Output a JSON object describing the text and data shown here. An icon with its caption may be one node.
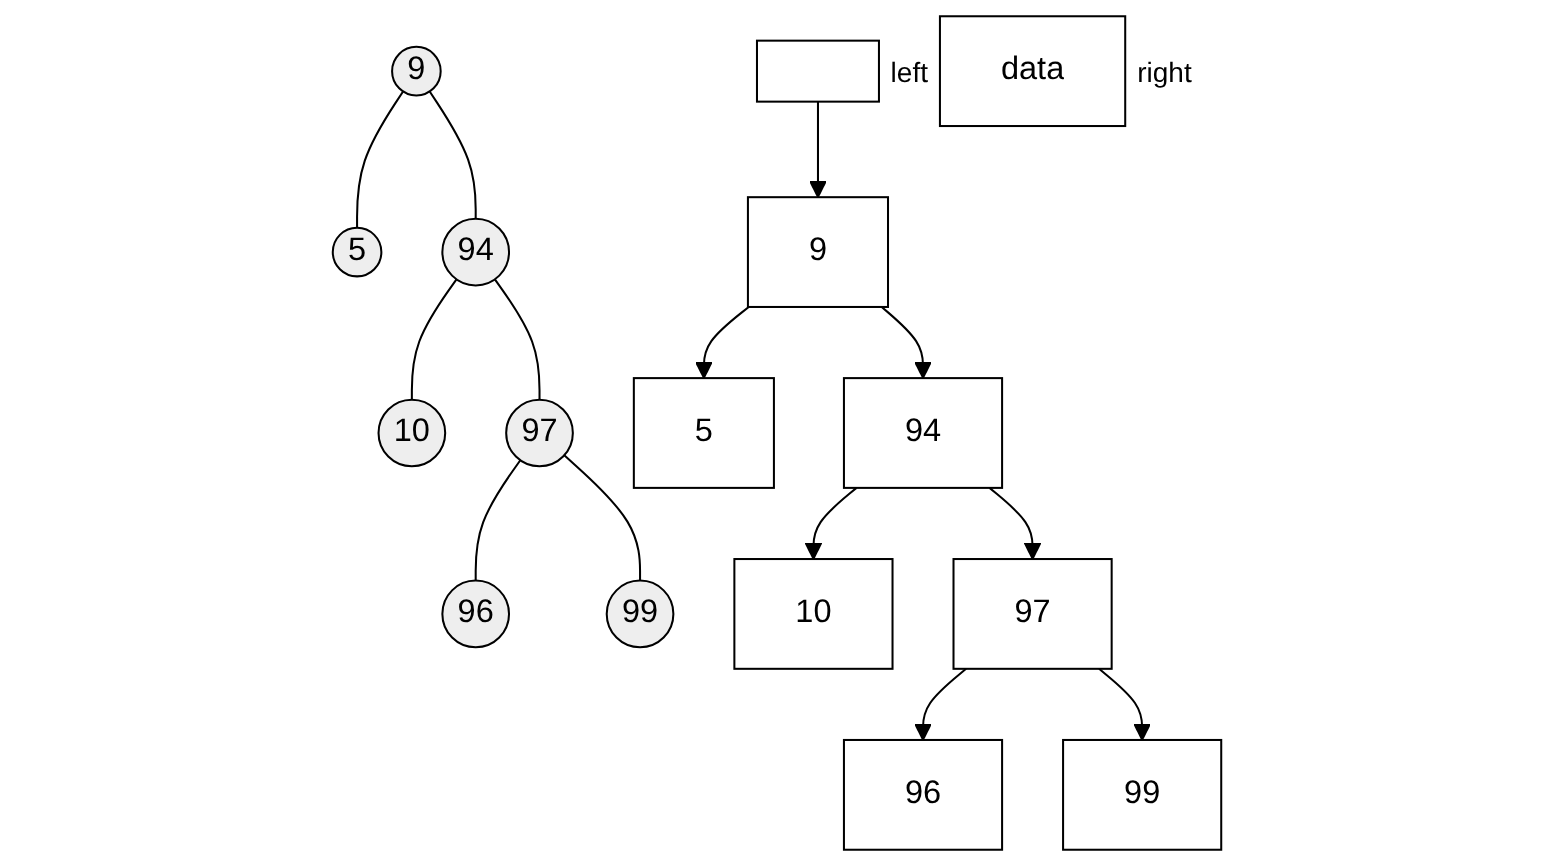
{
  "diagram": {
    "nodes": [
      {
        "text": [
          "9"
        ]
      },
      {
        "text": [
          "5"
        ]
      },
      {
        "text": [
          "94"
        ]
      },
      {
        "text": [
          "10"
        ]
      },
      {
        "text": [
          "97"
        ]
      },
      {
        "text": [
          "96"
        ]
      },
      {
        "text": [
          "99"
        ]
      },
      {
        "text": [],
        "shape": "box"
      },
      {
        "text": [
          "9"
        ]
      },
      {
        "text": [
          "5"
        ]
      },
      {
        "text": [
          "94"
        ]
      },
      {
        "text": [
          "10"
        ]
      },
      {
        "text": [
          "97"
        ]
      },
      {
        "text": [
          "96"
        ]
      },
      {
        "text": [
          "99"
        ]
      },
      {
        "text": [
          "data"
        ],
        "beside": [
          "left",
          "right"
        ]
      }
    ],
    "edges": [
      {
        "from": 0,
        "to": 1,
        "arrow": "none"
      },
      {
        "from": 0,
        "to": 2,
        "arrow": "none"
      },
      {
        "from": 2,
        "to": 3,
        "arrow": "none"
      },
      {
        "from": 2,
        "to": 4,
        "arrow": "none"
      },
      {
        "from": 4,
        "to": 5,
        "arrow": "none"
      },
      {
        "from": 4,
        "to": 6,
        "arrow": "none"
      },
      {
        "from": 7,
        "to": 8,
        "arrow": "to"
      },
      {
        "from": 8,
        "to": 9,
        "arrow": "to"
      },
      {
        "from": 8,
        "to": 10,
        "arrow": "to"
      },
      {
        "from": 10,
        "to": 11,
        "arrow": "to"
      },
      {
        "from": 10,
        "to": 12,
        "arrow": "to"
      },
      {
        "from": 12,
        "to": 13,
        "arrow": "to"
      },
      {
        "from": 12,
        "to": 14,
        "arrow": "to"
      }
    ]
  }
}
